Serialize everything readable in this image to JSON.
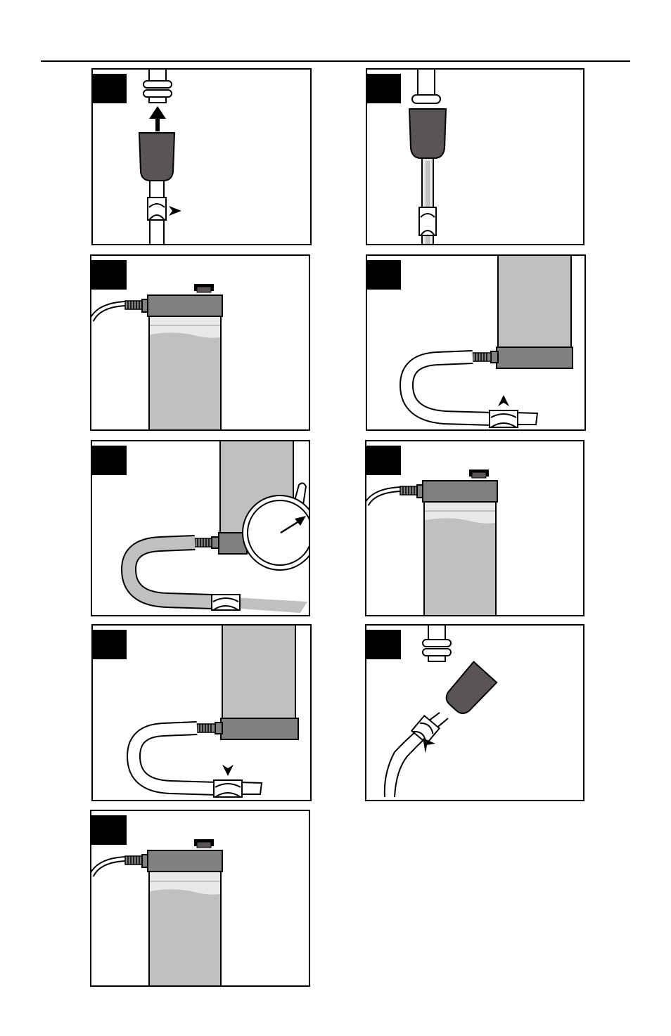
{
  "document": {
    "colors": {
      "ink": "#000000",
      "dark_nozzle": "#5a5555",
      "housing_gray": "#808080",
      "tank_gray": "#c0c0c0",
      "tank_light": "#e8e8e8",
      "white": "#ffffff"
    },
    "panels": [
      {
        "id": "p1",
        "label": "",
        "scene": "nozzle-attach-to-faucet"
      },
      {
        "id": "p2",
        "label": "",
        "scene": "nozzle-attached-to-faucet"
      },
      {
        "id": "p3",
        "label": "",
        "scene": "tank-with-cap"
      },
      {
        "id": "p4",
        "label": "",
        "scene": "inverted-tank-hose-open"
      },
      {
        "id": "p5",
        "label": "",
        "scene": "inverted-tank-with-gauge"
      },
      {
        "id": "p6",
        "label": "",
        "scene": "tank-with-cap"
      },
      {
        "id": "p7",
        "label": "",
        "scene": "inverted-tank-hose-close"
      },
      {
        "id": "p8",
        "label": "",
        "scene": "nozzle-detach"
      },
      {
        "id": "p9",
        "label": "",
        "scene": "tank-with-cap"
      }
    ]
  }
}
